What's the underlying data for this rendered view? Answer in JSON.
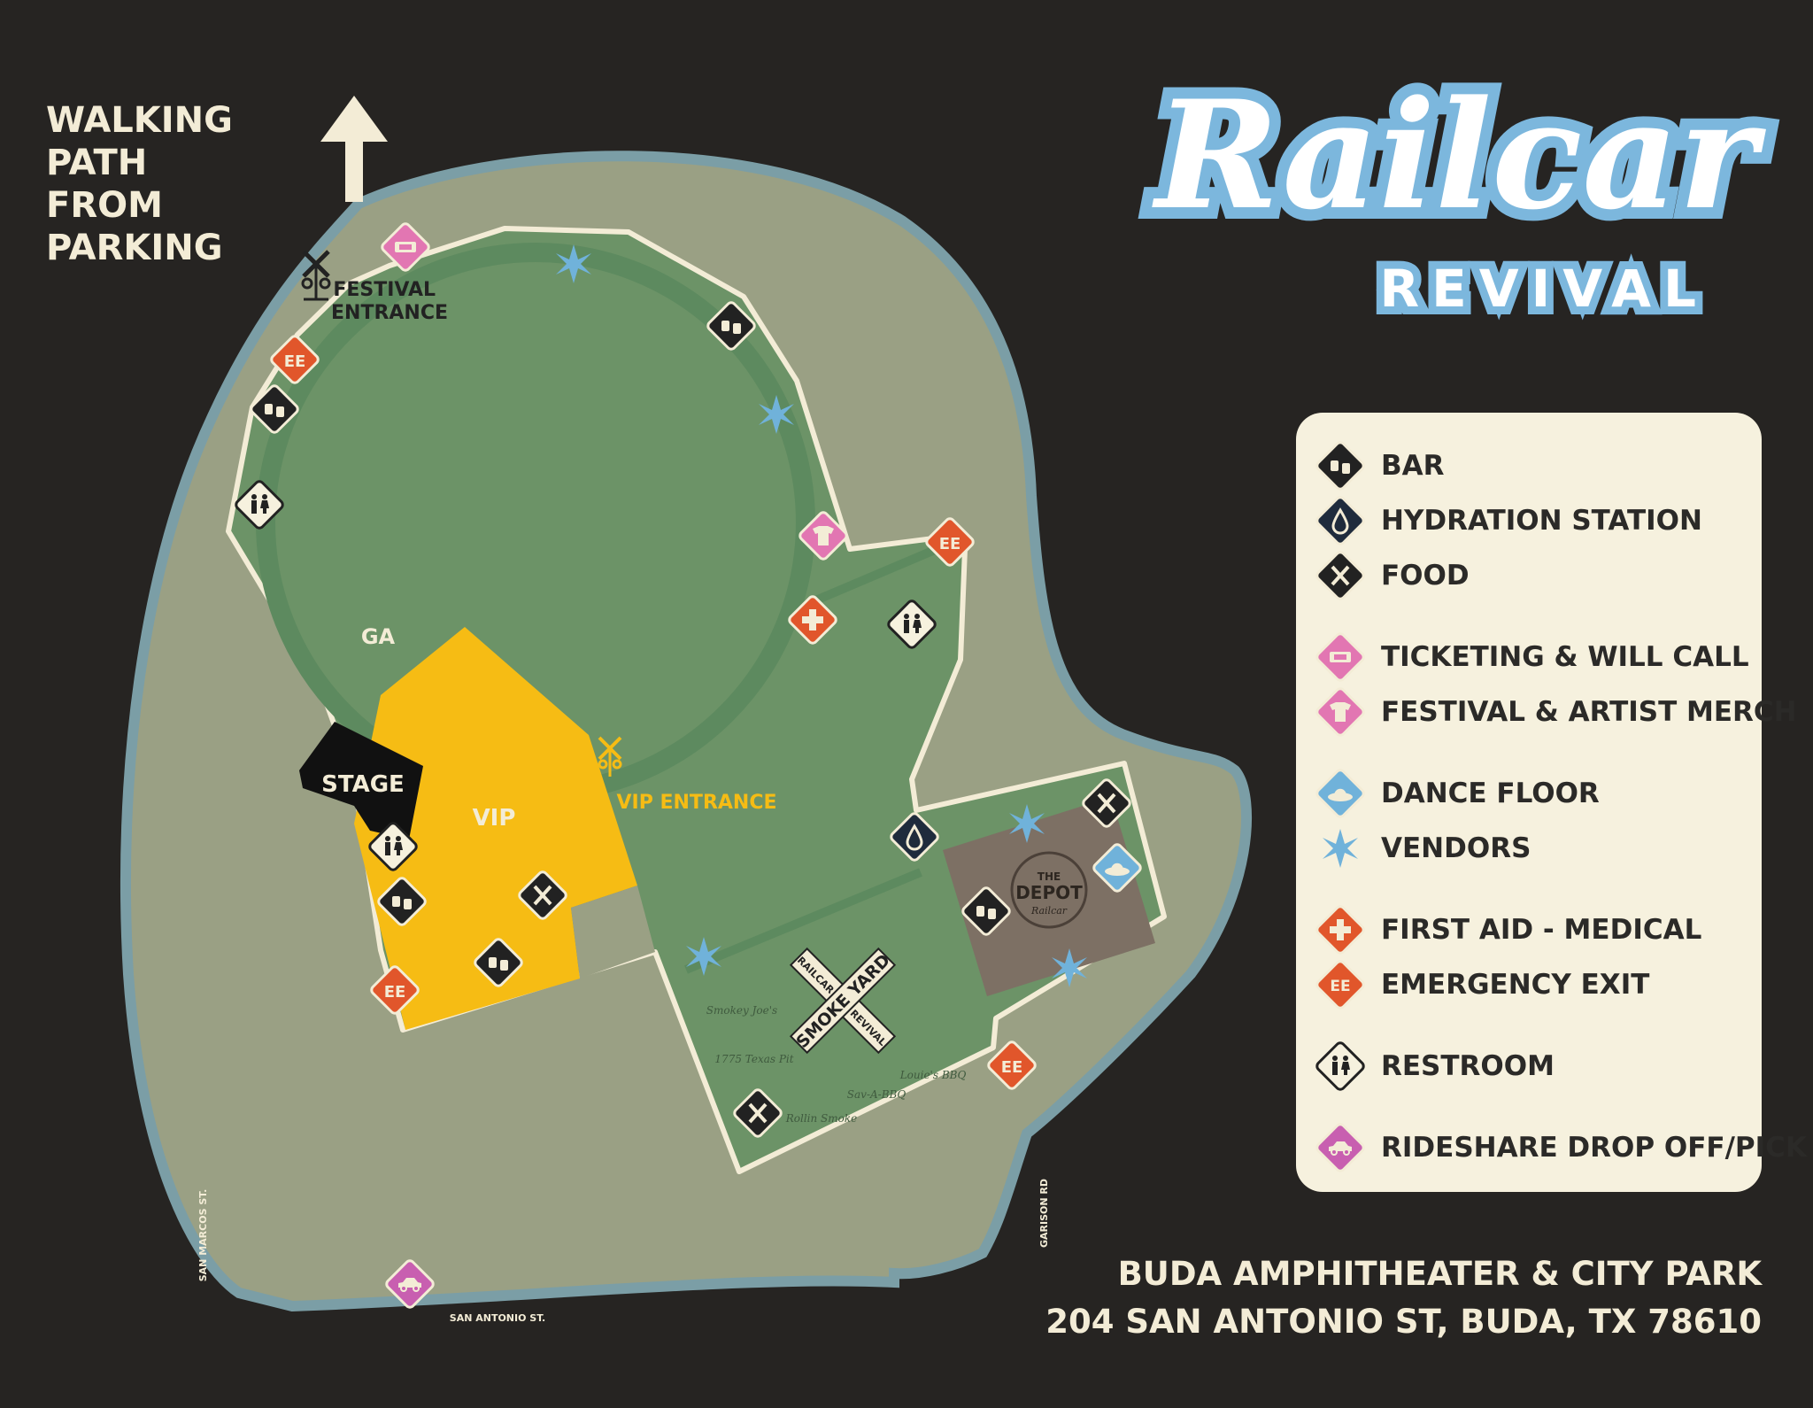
{
  "directions": {
    "walking_path": "WALKING PATH\nFROM PARKING"
  },
  "logo": {
    "script": "Railcar",
    "sub": "REVIVAL"
  },
  "areas": {
    "ga": "GA",
    "vip": "VIP",
    "stage": "STAGE",
    "vip_entrance": "VIP ENTRANCE",
    "festival_entrance": "FESTIVAL\nENTRANCE",
    "smoke_yard_top": "RAILCAR",
    "smoke_yard_main": "SMOKE YARD",
    "smoke_yard_bottom": "REVIVAL",
    "depot_the": "THE",
    "depot_name": "DEPOT",
    "depot_sub": "Railcar"
  },
  "vendors": [
    "Smokey Joe's",
    "1775 Texas Pit",
    "Louie's BBQ",
    "Sav-A-BBQ",
    "Rollin Smoke"
  ],
  "streets": {
    "san_marcos": "SAN MARCOS ST.",
    "san_antonio": "SAN ANTONIO ST.",
    "garison": "GARISON RD"
  },
  "legend": {
    "items": [
      {
        "label": "BAR",
        "icon": "bar-icon"
      },
      {
        "label": "HYDRATION STATION",
        "icon": "water-drop-icon"
      },
      {
        "label": "FOOD",
        "icon": "food-icon"
      },
      {
        "label": "TICKETING & WILL CALL",
        "icon": "ticket-icon"
      },
      {
        "label": "FESTIVAL & ARTIST MERCH",
        "icon": "tshirt-icon"
      },
      {
        "label": "DANCE FLOOR",
        "icon": "cowboy-hat-icon"
      },
      {
        "label": "VENDORS",
        "icon": "star-icon"
      },
      {
        "label": "FIRST AID - MEDICAL",
        "icon": "first-aid-icon"
      },
      {
        "label": "EMERGENCY EXIT",
        "icon": "emergency-exit-icon"
      },
      {
        "label": "RESTROOM",
        "icon": "restroom-icon"
      },
      {
        "label": "RIDESHARE DROP OFF/PICK UP",
        "icon": "car-icon"
      }
    ]
  },
  "marker_text": {
    "ee": "EE"
  },
  "address": {
    "line1": "BUDA AMPHITHEATER & CITY PARK",
    "line2": "204 SAN ANTONIO ST, BUDA, TX 78610"
  },
  "colors": {
    "background": "#262422",
    "outer_park": "#9aa084",
    "outer_border": "#7b9ea6",
    "festival_green": "#6c9367",
    "vip_yellow": "#f6bc14",
    "depot_brown": "#7d7064",
    "bar_black": "#222222",
    "hydration_navy": "#1f2b3c",
    "pink": "#e276b2",
    "rideshare_pink": "#c85fb0",
    "blue": "#70b2da",
    "orange": "#e1562b",
    "cream": "#f6f1de"
  }
}
